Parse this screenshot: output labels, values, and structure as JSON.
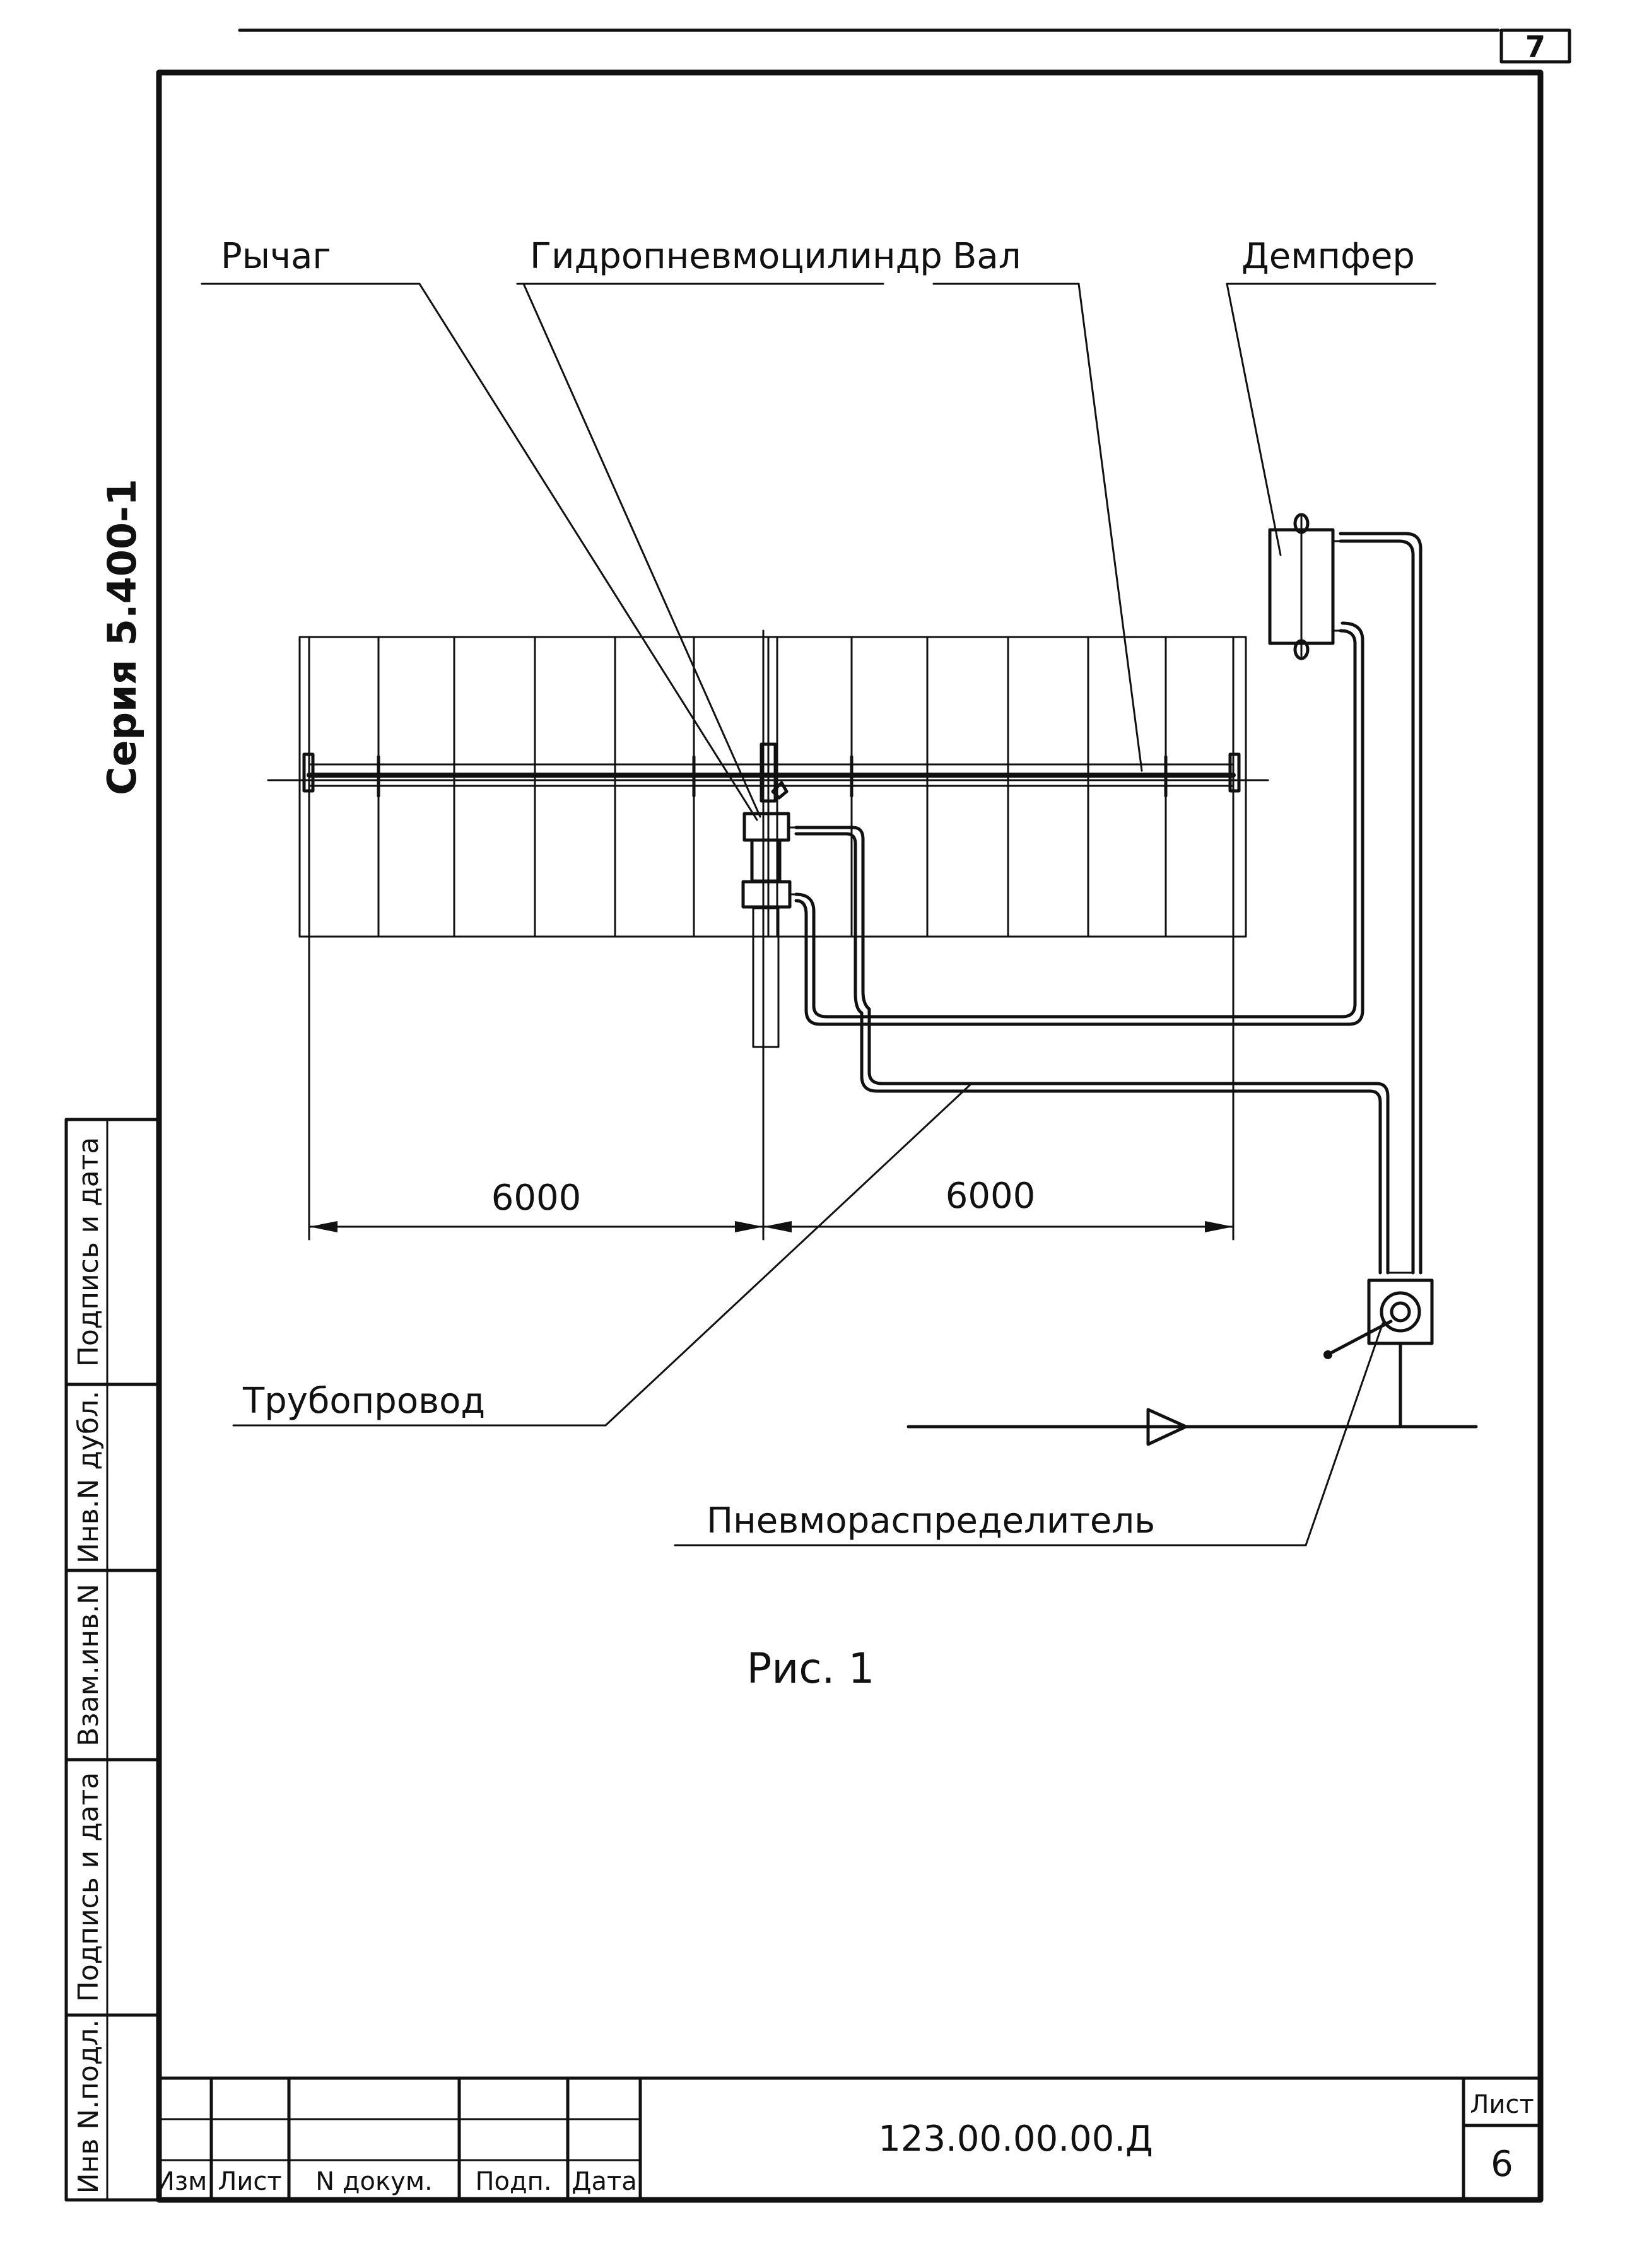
{
  "sheet_number_top": "7",
  "series_label": "Серия 5.400-1",
  "labels": {
    "lever": "Рычаг",
    "cylinder": "Гидропневмоцилиндр",
    "shaft": "Вал",
    "damper": "Демпфер",
    "pipeline": "Трубопровод",
    "distributor": "Пневмораспределитель"
  },
  "dimensions": {
    "left": "6000",
    "right": "6000"
  },
  "figure_caption": "Рис. 1",
  "side_stamp": {
    "cell1": "Инв N.подл.",
    "cell2": "Подпись и дата",
    "cell3": "Взам.инв.N",
    "cell4": "Инв.N дубл.",
    "cell5": "Подпись и дата"
  },
  "title_block": {
    "col_izm": "Изм.",
    "col_list": "Лист",
    "col_ndoc": "N докум.",
    "col_podp": "Подп.",
    "col_date": "Дата",
    "doc_code": "123.00.00.00.Д",
    "sheet_label": "Лист",
    "sheet_value": "6"
  }
}
